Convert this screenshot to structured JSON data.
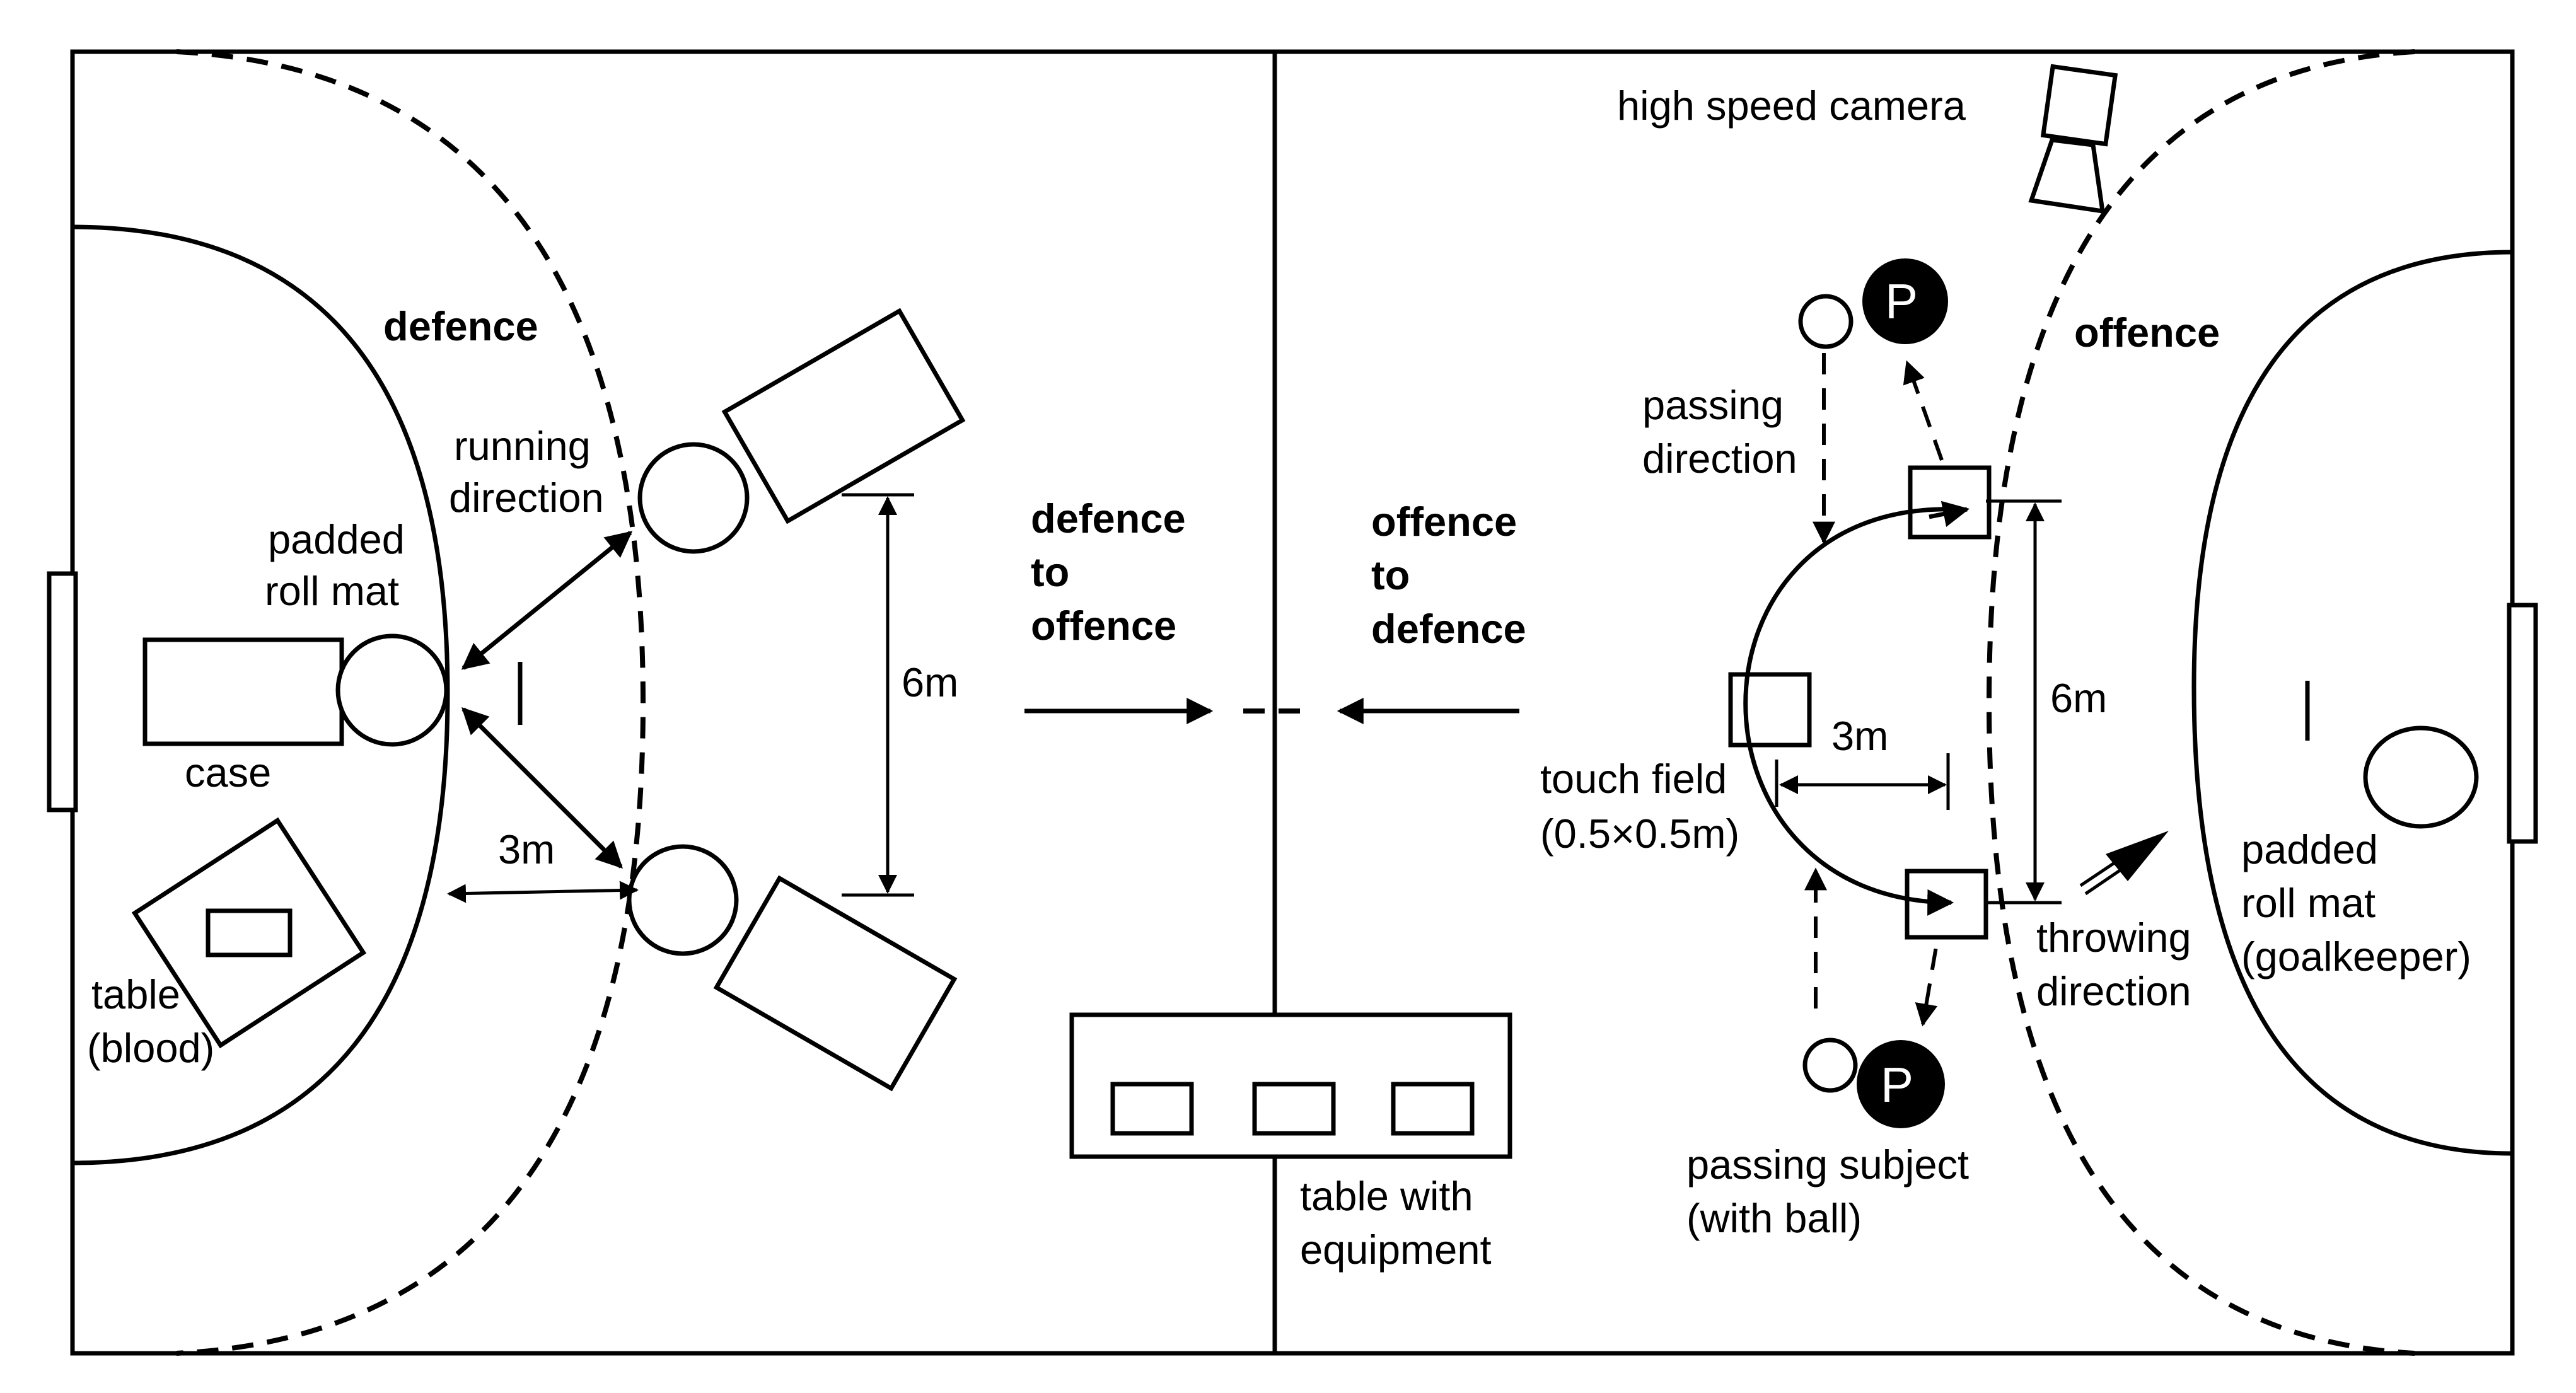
{
  "labels": {
    "defence": "defence",
    "offence": "offence",
    "running_direction": [
      "running",
      "direction"
    ],
    "padded_roll_mat": [
      "padded",
      "roll mat"
    ],
    "case": "case",
    "table_blood": [
      "table",
      "(blood)"
    ],
    "dim_3m_left": "3m",
    "dim_6m_left": "6m",
    "defence_to_offence": [
      "defence",
      "to",
      "offence"
    ],
    "offence_to_defence": [
      "offence",
      "to",
      "defence"
    ],
    "table_with_equipment": [
      "table with",
      "equipment"
    ],
    "high_speed_camera": "high speed camera",
    "passing_direction": [
      "passing",
      "direction"
    ],
    "touch_field": [
      "touch field",
      "(0.5×0.5m)"
    ],
    "dim_3m_right": "3m",
    "dim_6m_right": "6m",
    "throwing_direction": [
      "throwing",
      "direction"
    ],
    "padded_roll_mat_goalkeeper": [
      "padded",
      "roll mat",
      "(goalkeeper)"
    ],
    "passing_subject": [
      "passing subject",
      "(with ball)"
    ],
    "passer_marker": "P"
  }
}
